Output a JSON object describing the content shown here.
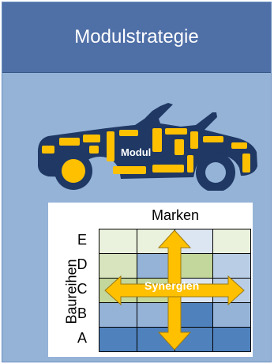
{
  "header": {
    "title": "Modulstrategie"
  },
  "car": {
    "label": "Modul",
    "body_color": "#1f3864",
    "module_color": "#ffc000"
  },
  "matrix": {
    "column_title": "Marken",
    "row_title": "Baureihen",
    "rows": [
      "E",
      "D",
      "C",
      "B",
      "A"
    ],
    "arrow_label": "Synergien",
    "arrow_color": "#ffc000",
    "cell_colors": [
      [
        "#eaf1dd",
        "#eaf1dd",
        "#dce6f2",
        "#eaf1dd"
      ],
      [
        "#d7e4bd",
        "#95b3d7",
        "#c3d69b",
        "#b9cde5"
      ],
      [
        "#c3d69b",
        "#c3d69b",
        "#dbe5f1",
        "#b9cde5"
      ],
      [
        "#95b3d7",
        "#95b3d7",
        "#4f81bd",
        "#95b3d7"
      ],
      [
        "#4f81bd",
        "#4f81bd",
        "#4f81bd",
        "#4f81bd"
      ]
    ]
  },
  "colors": {
    "header_bg": "#4f6fa7",
    "panel_bg": "#95b3d7"
  }
}
